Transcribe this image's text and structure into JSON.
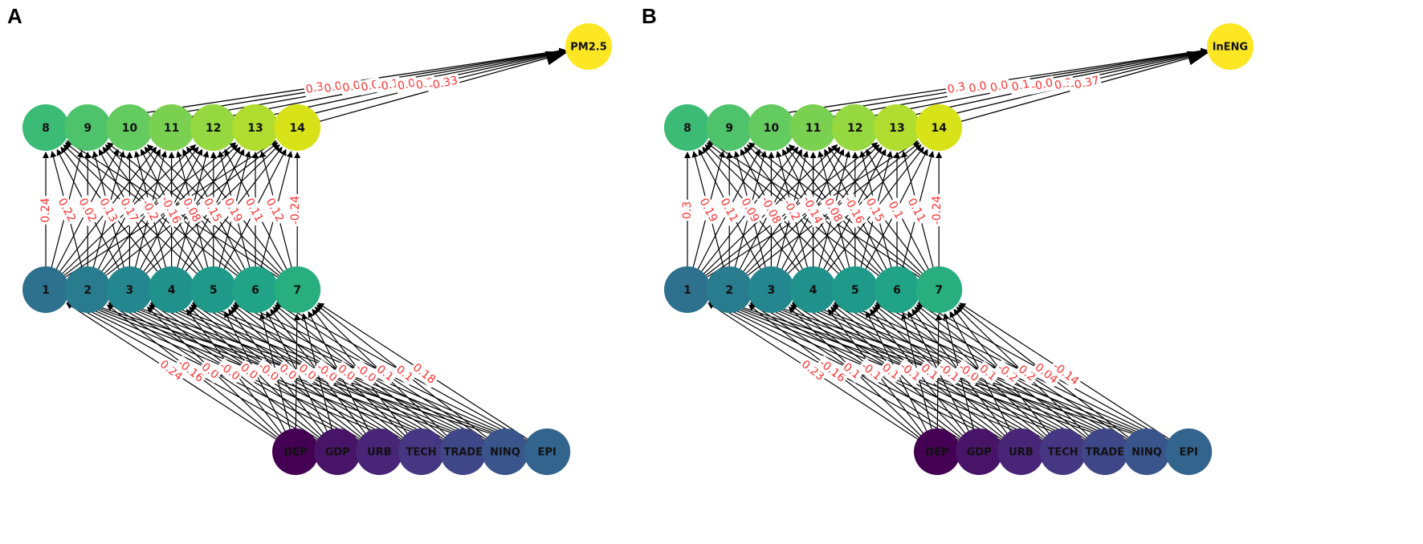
{
  "panels": [
    {
      "letter": "A",
      "input_nodes": [
        {
          "label": "DEP",
          "color": "#440154"
        },
        {
          "label": "GDP",
          "color": "#481467"
        },
        {
          "label": "URB",
          "color": "#482576"
        },
        {
          "label": "TECH",
          "color": "#453781"
        },
        {
          "label": "TRADE",
          "color": "#3f4788"
        },
        {
          "label": "NINQ",
          "color": "#39558c"
        },
        {
          "label": "EPI",
          "color": "#32648e"
        }
      ],
      "hidden1_nodes": [
        {
          "label": "1",
          "color": "#2d718e"
        },
        {
          "label": "2",
          "color": "#297b8e"
        },
        {
          "label": "3",
          "color": "#24868e"
        },
        {
          "label": "4",
          "color": "#21918c"
        },
        {
          "label": "5",
          "color": "#1f9a8a"
        },
        {
          "label": "6",
          "color": "#20a386"
        },
        {
          "label": "7",
          "color": "#29af7f"
        }
      ],
      "hidden2_nodes": [
        {
          "label": "8",
          "color": "#3bbb75"
        },
        {
          "label": "9",
          "color": "#4ec36b"
        },
        {
          "label": "10",
          "color": "#63cb5f"
        },
        {
          "label": "11",
          "color": "#7ad151"
        },
        {
          "label": "12",
          "color": "#95d840"
        },
        {
          "label": "13",
          "color": "#b0dd2f"
        },
        {
          "label": "14",
          "color": "#d8e219"
        }
      ],
      "output_node": {
        "label": "PM2.5",
        "color": "#fde725"
      },
      "input_edge_labels": [
        "0.24",
        "-0.16",
        "0.0",
        "-0.0",
        "0.0",
        "-0.0",
        "0.0",
        "0.0",
        "-0.0",
        "0.0",
        "-0.0",
        "0.1",
        "0.1",
        "0.18"
      ],
      "middle_edge_labels": [
        "0.24",
        "0.22",
        "0.02",
        "0.13",
        "0.17",
        "-0.2",
        "-0.16",
        "0.08",
        "0.15",
        "0.19",
        "0.11",
        "0.12",
        "-0.24"
      ],
      "output_edge_labels": [
        "0.3",
        "0.0",
        "0.0",
        "0.0",
        "-0.1",
        "0.0",
        "0.3",
        "-0.33"
      ]
    },
    {
      "letter": "B",
      "input_nodes": [
        {
          "label": "DEP",
          "color": "#440154"
        },
        {
          "label": "GDP",
          "color": "#481467"
        },
        {
          "label": "URB",
          "color": "#482576"
        },
        {
          "label": "TECH",
          "color": "#453781"
        },
        {
          "label": "TRADE",
          "color": "#3f4788"
        },
        {
          "label": "NINQ",
          "color": "#39558c"
        },
        {
          "label": "EPI",
          "color": "#32648e"
        }
      ],
      "hidden1_nodes": [
        {
          "label": "1",
          "color": "#2d718e"
        },
        {
          "label": "2",
          "color": "#297b8e"
        },
        {
          "label": "3",
          "color": "#24868e"
        },
        {
          "label": "4",
          "color": "#21918c"
        },
        {
          "label": "5",
          "color": "#1f9a8a"
        },
        {
          "label": "6",
          "color": "#20a386"
        },
        {
          "label": "7",
          "color": "#29af7f"
        }
      ],
      "hidden2_nodes": [
        {
          "label": "8",
          "color": "#3bbb75"
        },
        {
          "label": "9",
          "color": "#4ec36b"
        },
        {
          "label": "10",
          "color": "#63cb5f"
        },
        {
          "label": "11",
          "color": "#7ad151"
        },
        {
          "label": "12",
          "color": "#95d840"
        },
        {
          "label": "13",
          "color": "#b0dd2f"
        },
        {
          "label": "14",
          "color": "#d8e219"
        }
      ],
      "output_node": {
        "label": "lnENG",
        "color": "#fde725"
      },
      "input_edge_labels": [
        "0.23",
        "-0.16",
        "0.1",
        "-0.1",
        "0.1",
        "-0.1",
        "0.1",
        "-0.1",
        "-0.0",
        "0.1",
        "-0.2",
        "0.2",
        "0.04",
        "-0.14"
      ],
      "middle_edge_labels": [
        "0.3",
        "0.19",
        "0.11",
        "0.09",
        "-0.08",
        "-0.2",
        "-0.14",
        "0.08",
        "-0.16",
        "0.15",
        "0.1",
        "0.11",
        "-0.24"
      ],
      "output_edge_labels": [
        "0.3",
        "0.0",
        "0.0",
        "0.1",
        "-0.0",
        "0.3",
        "-0.37"
      ]
    }
  ],
  "colors": {
    "edge": "#000000",
    "edge_label": "#ff3030"
  }
}
